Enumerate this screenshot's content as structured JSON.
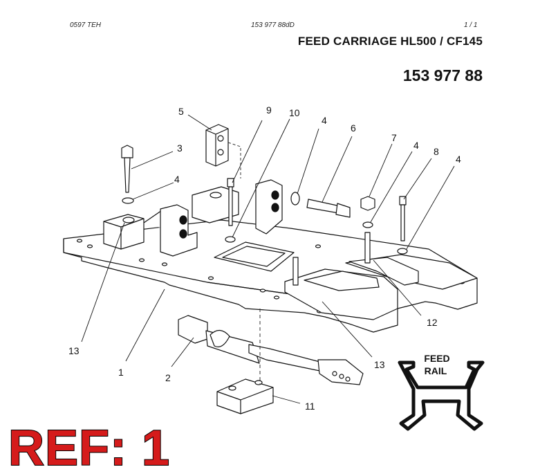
{
  "header": {
    "code_left": "0597 TEH",
    "code_center": "153 977 88dD",
    "page_indicator": "1 / 1"
  },
  "title": "FEED CARRIAGE HL500 / CF145",
  "part_number": "153 977 88",
  "callouts": [
    "5",
    "9",
    "10",
    "4",
    "6",
    "7",
    "4",
    "8",
    "4",
    "3",
    "4",
    "12",
    "13",
    "13",
    "1",
    "2",
    "11"
  ],
  "inset": {
    "line1": "FEED",
    "line2": "RAIL"
  },
  "ref_label": "REF: 1"
}
